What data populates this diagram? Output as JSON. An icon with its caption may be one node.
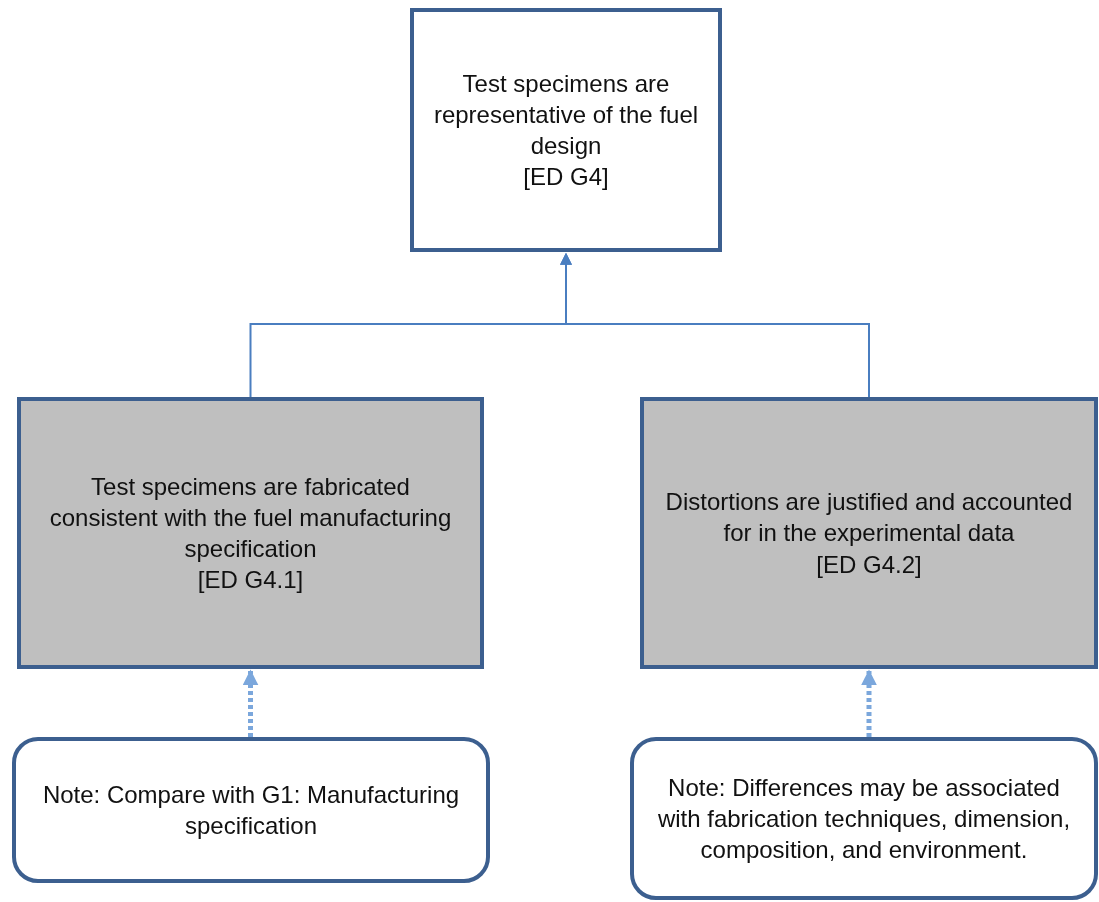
{
  "diagram": {
    "nodes": [
      {
        "text": [
          "Test specimens are representative of the fuel design",
          "[ED G4]"
        ]
      },
      {
        "text": [
          "Test specimens are fabricated consistent with the fuel manufacturing specification",
          "[ED G4.1]"
        ]
      },
      {
        "text": [
          "Distortions are justified and accounted for in the experimental data",
          "[ED G4.2]"
        ]
      },
      {
        "text": [
          "Note: Compare with G1: Manufacturing specification"
        ]
      },
      {
        "text": [
          "Note: Differences may be associated with fabrication techniques, dimension, composition, and environment."
        ]
      }
    ],
    "edges": [
      {
        "from": 1,
        "to": 0,
        "arrow": "to"
      },
      {
        "from": 2,
        "to": 0,
        "arrow": "to"
      },
      {
        "from": 3,
        "to": 1,
        "arrow": "to",
        "style": "dashed",
        "color": "#7ba7dc"
      },
      {
        "from": 4,
        "to": 2,
        "arrow": "to",
        "style": "dashed",
        "color": "#7ba7dc"
      }
    ]
  }
}
